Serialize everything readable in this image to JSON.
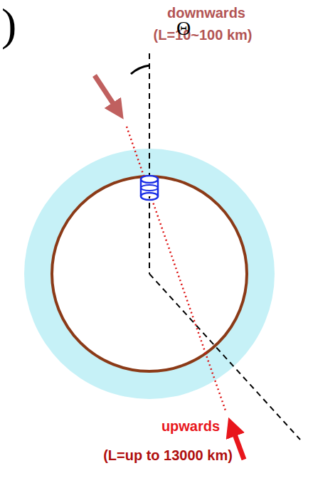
{
  "diagram": {
    "labels": [
      "downwards",
      "(L=10~100 km)",
      "Θ",
      "upwards",
      "(L=up to 13000 km)",
      ")"
    ]
  }
}
